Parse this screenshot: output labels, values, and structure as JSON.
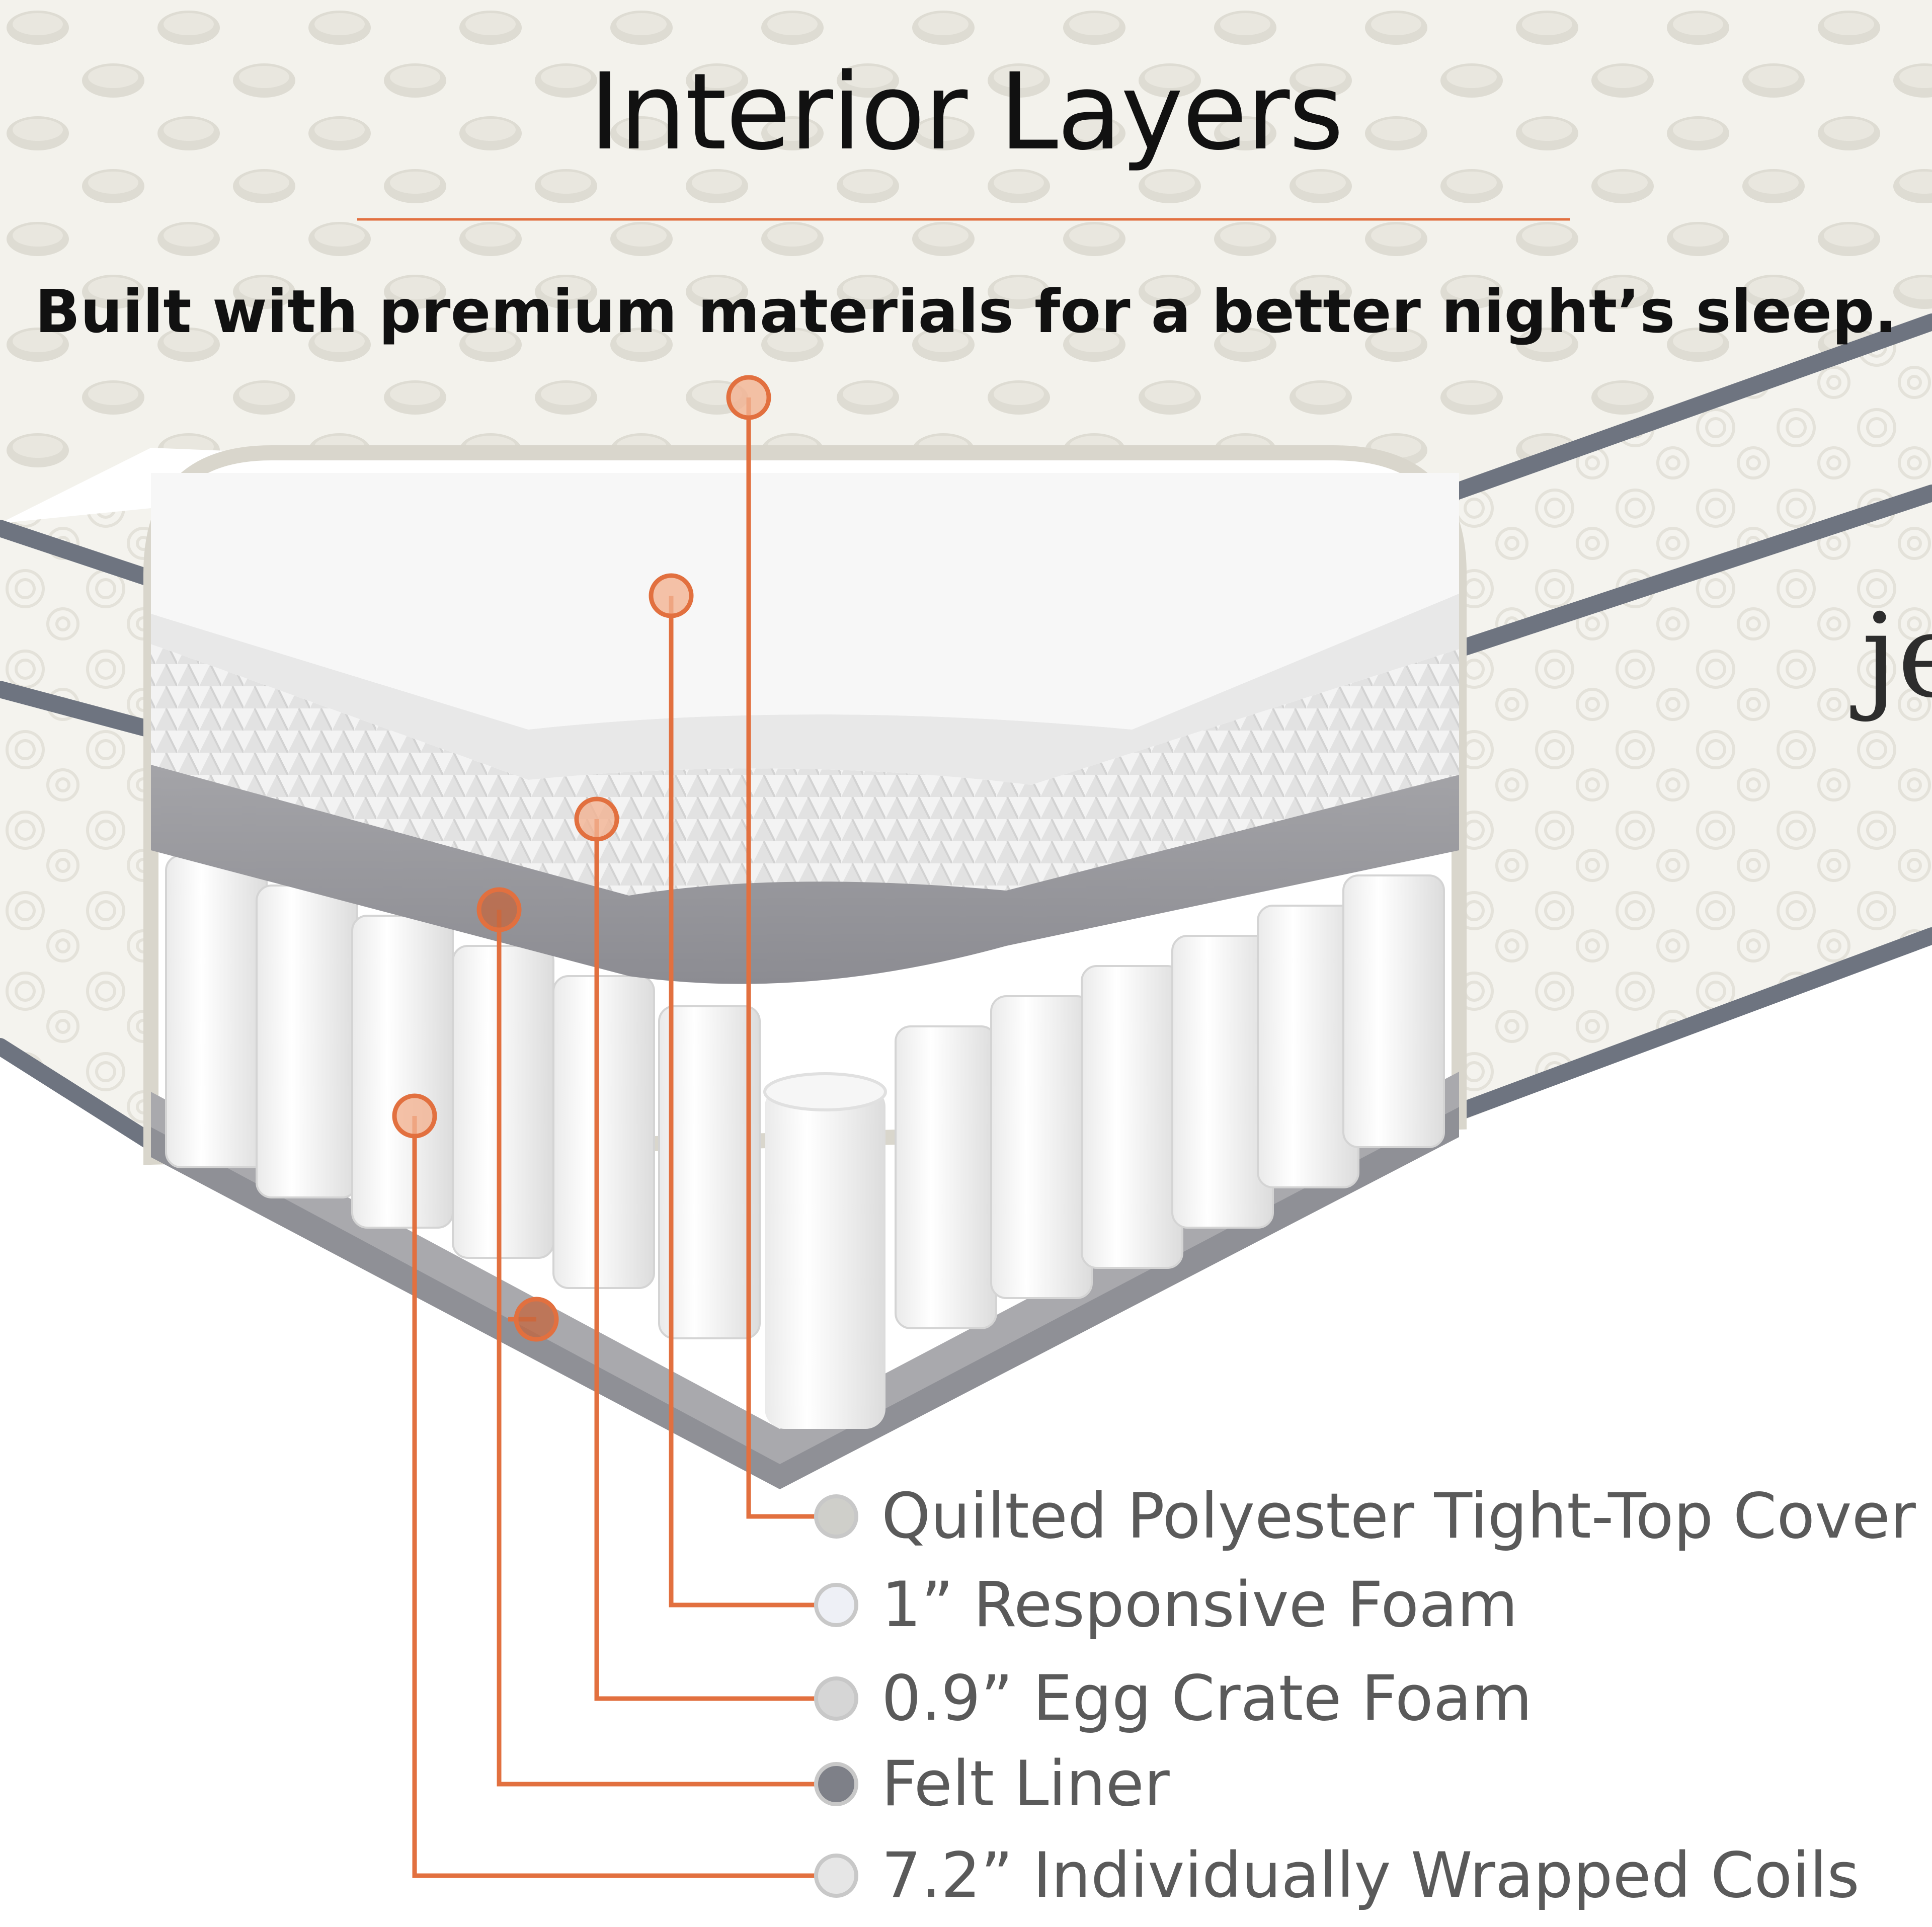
{
  "heading": {
    "title": "Interior Layers",
    "subtitle": "Built with premium materials for a better night’s sleep."
  },
  "brand_fragment": "je",
  "layers": [
    {
      "label": "Quilted Polyester Tight-Top Cover",
      "swatch": "#cfcfca"
    },
    {
      "label": "1” Responsive Foam",
      "swatch": "#eef0f6"
    },
    {
      "label": "0.9” Egg Crate Foam",
      "swatch": "#d6d6d6"
    },
    {
      "label": "Felt Liner",
      "swatch": "#7e8088"
    },
    {
      "label": "7.2” Individually Wrapped Coils",
      "swatch": "#e6e6e6"
    }
  ],
  "colors": {
    "accent": "#e2703f",
    "piping": "#6e7480",
    "cover": "#f4f2ec",
    "felt": "#9a9a9e",
    "coil": "#ffffff"
  }
}
